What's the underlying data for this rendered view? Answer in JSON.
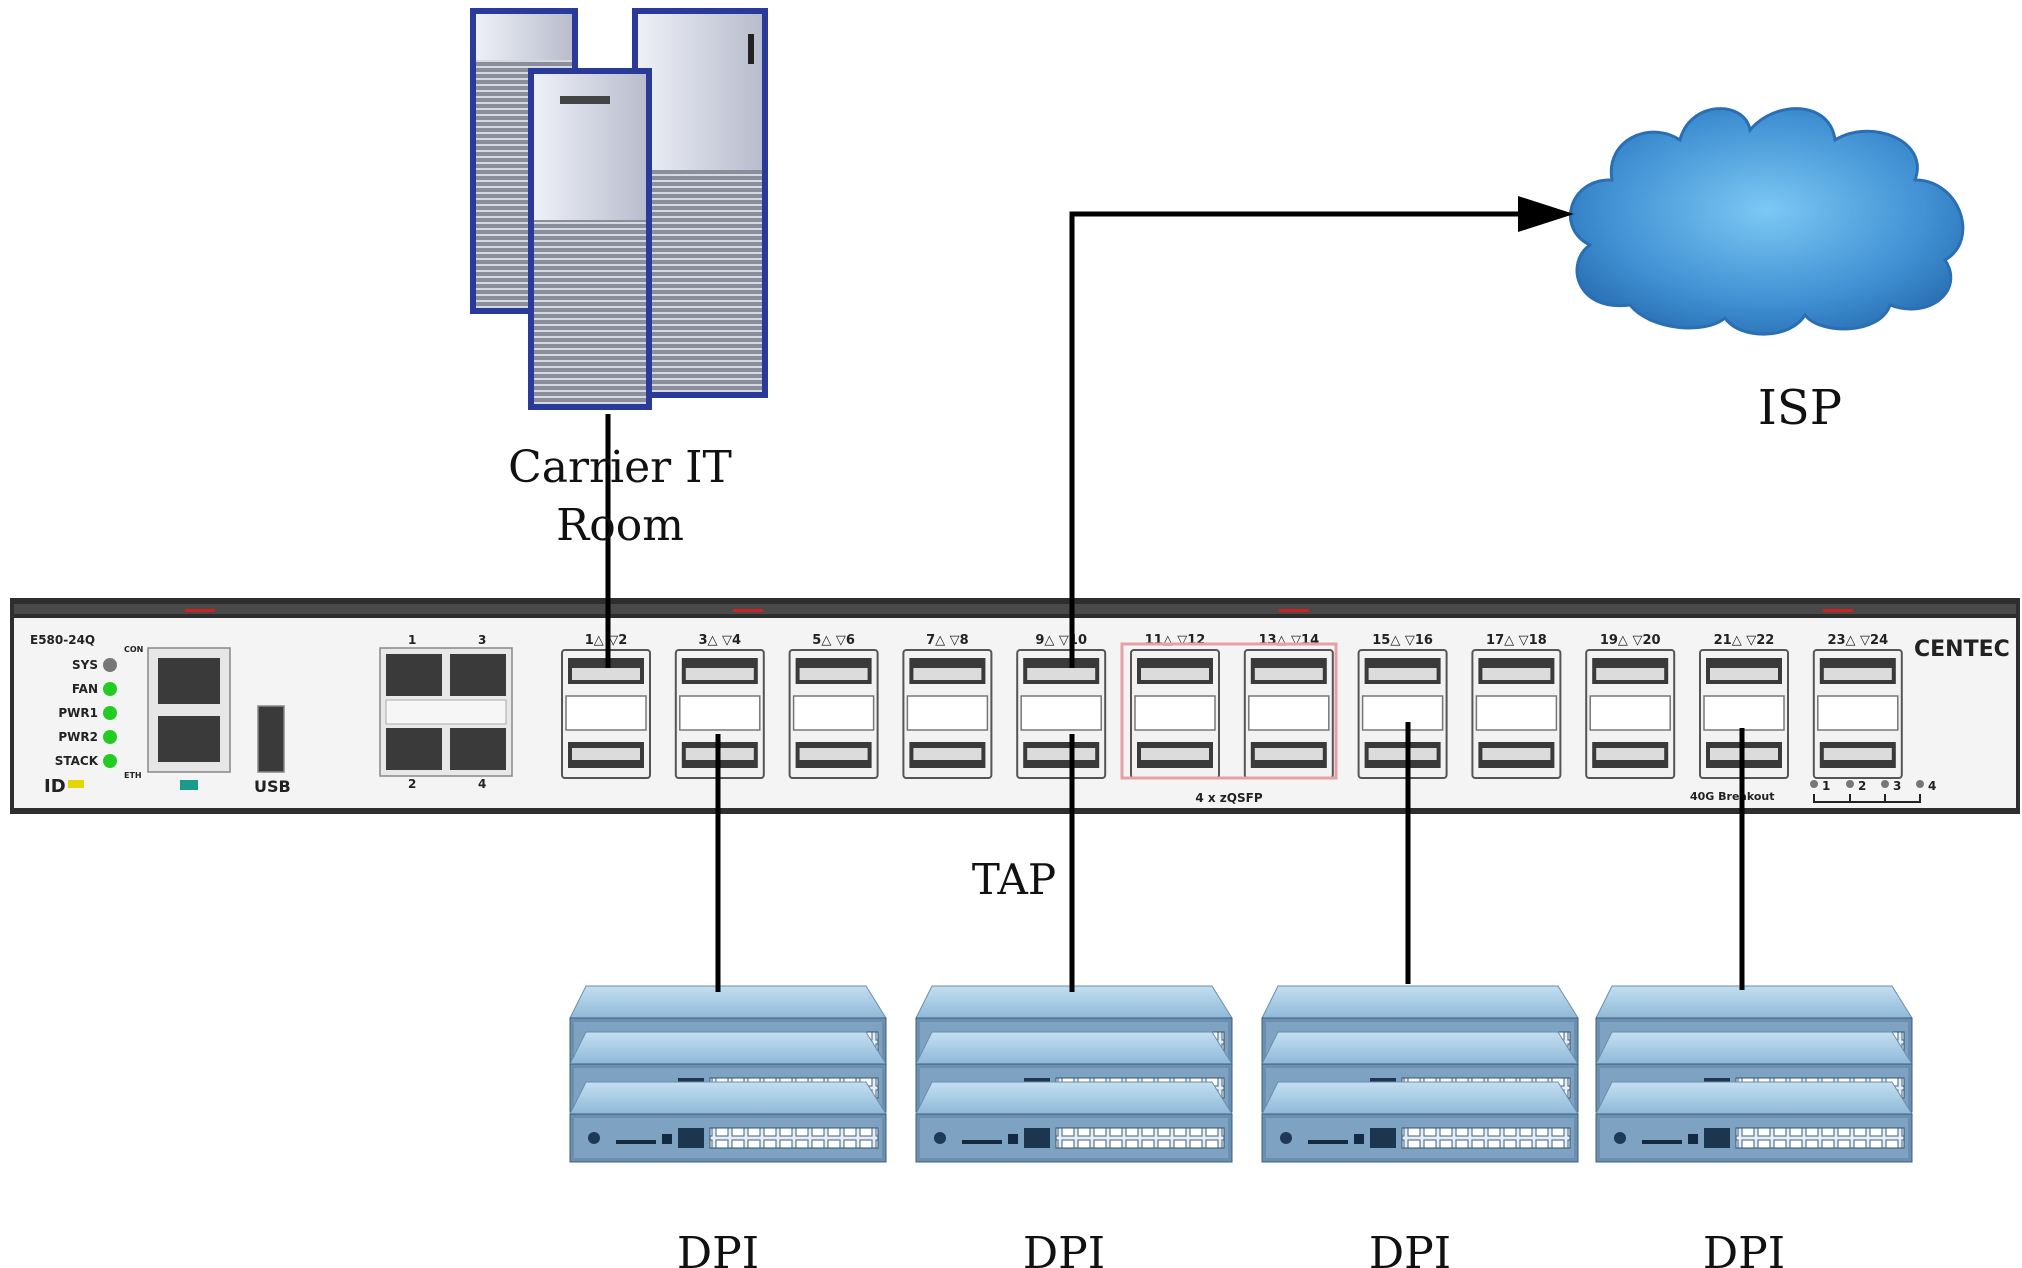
{
  "labels": {
    "carrier_line1": "Carrier IT",
    "carrier_line2": "Room",
    "isp": "ISP",
    "tap": "TAP",
    "dpi": [
      "DPI",
      "DPI",
      "DPI",
      "DPI"
    ]
  },
  "switch": {
    "model": "E580-24Q",
    "brand": "CENTEC",
    "leds": [
      "SYS",
      "FAN",
      "PWR1",
      "PWR2",
      "STACK"
    ],
    "id_label": "ID",
    "con_label": "CON",
    "eth_label": "ETH",
    "usb_label": "USB",
    "small_port_top": [
      "1",
      "3"
    ],
    "small_port_bottom": [
      "2",
      "4"
    ],
    "port_groups": [
      "1△ ▽2",
      "3△ ▽4",
      "5△ ▽6",
      "7△ ▽8",
      "9△ ▽10",
      "11△ ▽12",
      "13△ ▽14",
      "15△ ▽16",
      "17△ ▽18",
      "19△ ▽20",
      "21△ ▽22",
      "23△ ▽24"
    ],
    "qsfp_note": "4 x zQSFP",
    "breakout_note": "40G Breakout",
    "breakout_ports": [
      "1",
      "2",
      "3",
      "4"
    ]
  },
  "colors": {
    "cloud": "#3f8fd2",
    "cloud_light": "#7cc3f0",
    "line": "#000000",
    "highlight": "#e8a0a8",
    "led_green": "#22cc22"
  }
}
